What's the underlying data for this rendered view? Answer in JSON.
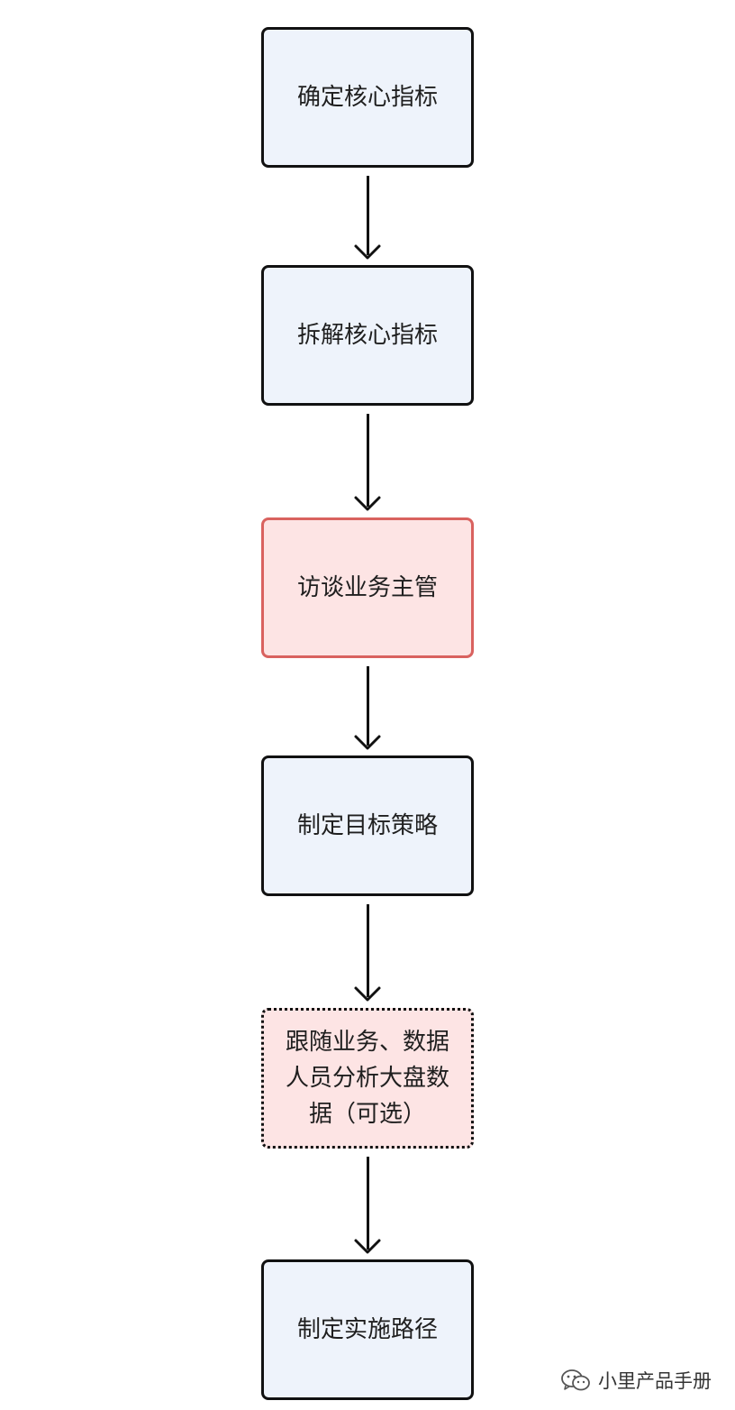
{
  "diagram": {
    "nodes": [
      {
        "id": "n1",
        "label": "确定核心指标",
        "style": "blue"
      },
      {
        "id": "n2",
        "label": "拆解核心指标",
        "style": "blue"
      },
      {
        "id": "n3",
        "label": "访谈业务主管",
        "style": "red"
      },
      {
        "id": "n4",
        "label": "制定目标策略",
        "style": "blue"
      },
      {
        "id": "n5",
        "label": "跟随业务、数据人员分析大盘数据（可选）",
        "style": "dotted"
      },
      {
        "id": "n6",
        "label": "制定实施路径",
        "style": "blue"
      }
    ],
    "edges": [
      {
        "from": "n1",
        "to": "n2"
      },
      {
        "from": "n2",
        "to": "n3"
      },
      {
        "from": "n3",
        "to": "n4"
      },
      {
        "from": "n4",
        "to": "n5"
      },
      {
        "from": "n5",
        "to": "n6"
      }
    ]
  },
  "watermark": {
    "text": "小里产品手册",
    "icon": "wechat-icon"
  },
  "colors": {
    "blue_fill": "#eef3fb",
    "red_fill": "#fde4e4",
    "red_border": "#d9625f",
    "border": "#111111"
  }
}
